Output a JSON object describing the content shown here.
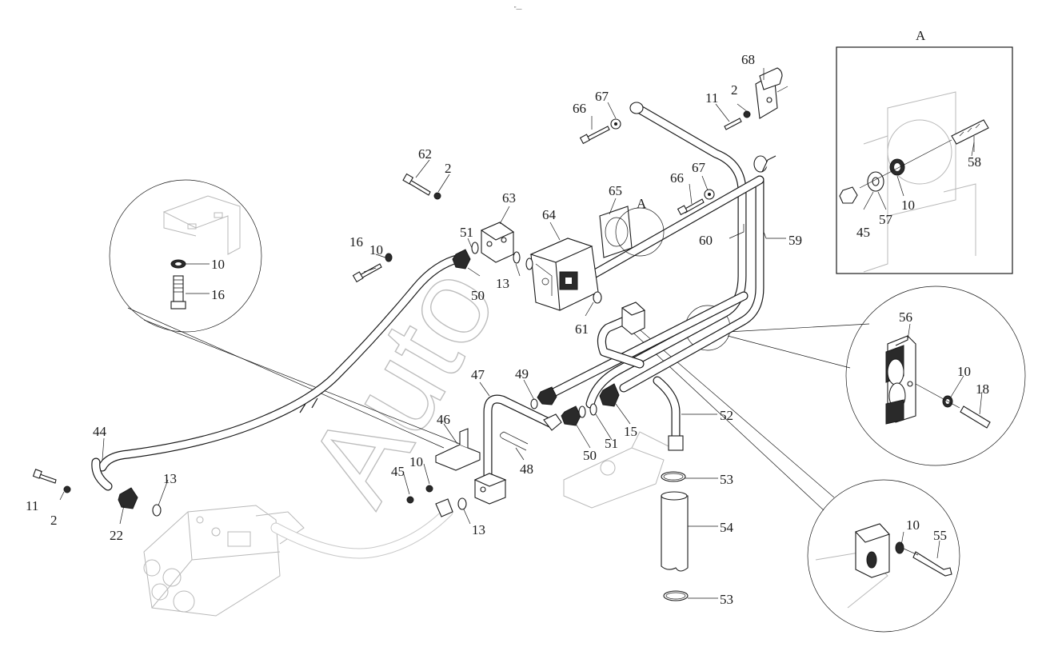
{
  "top_mark": "\"—",
  "watermark": "Auto",
  "callouts": [
    {
      "id": "c68",
      "text": "68"
    },
    {
      "id": "c2a",
      "text": "2"
    },
    {
      "id": "c11a",
      "text": "11"
    },
    {
      "id": "c66a",
      "text": "66"
    },
    {
      "id": "c67a",
      "text": "67"
    },
    {
      "id": "c66b",
      "text": "66"
    },
    {
      "id": "c67b",
      "text": "67"
    },
    {
      "id": "c62",
      "text": "62"
    },
    {
      "id": "c2b",
      "text": "2"
    },
    {
      "id": "c63",
      "text": "63"
    },
    {
      "id": "c64",
      "text": "64"
    },
    {
      "id": "c65",
      "text": "65"
    },
    {
      "id": "cA1",
      "text": "A"
    },
    {
      "id": "c10a",
      "text": "10"
    },
    {
      "id": "c16a",
      "text": "16"
    },
    {
      "id": "c51a",
      "text": "51"
    },
    {
      "id": "c13a",
      "text": "13"
    },
    {
      "id": "c50a",
      "text": "50"
    },
    {
      "id": "c61",
      "text": "61"
    },
    {
      "id": "c60",
      "text": "60"
    },
    {
      "id": "c59",
      "text": "59"
    },
    {
      "id": "c10b",
      "text": "10"
    },
    {
      "id": "c16b",
      "text": "16"
    },
    {
      "id": "c47",
      "text": "47"
    },
    {
      "id": "c49",
      "text": "49"
    },
    {
      "id": "c46",
      "text": "46"
    },
    {
      "id": "c10c",
      "text": "10"
    },
    {
      "id": "c45a",
      "text": "45"
    },
    {
      "id": "c48",
      "text": "48"
    },
    {
      "id": "c50b",
      "text": "50"
    },
    {
      "id": "c51b",
      "text": "51"
    },
    {
      "id": "c15",
      "text": "15"
    },
    {
      "id": "c52",
      "text": "52"
    },
    {
      "id": "c53a",
      "text": "53"
    },
    {
      "id": "c54",
      "text": "54"
    },
    {
      "id": "c53b",
      "text": "53"
    },
    {
      "id": "c13b",
      "text": "13"
    },
    {
      "id": "c13c",
      "text": "13"
    },
    {
      "id": "c44",
      "text": "44"
    },
    {
      "id": "c11b",
      "text": "11"
    },
    {
      "id": "c2c",
      "text": "2"
    },
    {
      "id": "c22",
      "text": "22"
    },
    {
      "id": "cA2",
      "text": "A"
    },
    {
      "id": "c58",
      "text": "58"
    },
    {
      "id": "c10d",
      "text": "10"
    },
    {
      "id": "c57",
      "text": "57"
    },
    {
      "id": "c45b",
      "text": "45"
    },
    {
      "id": "c56",
      "text": "56"
    },
    {
      "id": "c10e",
      "text": "10"
    },
    {
      "id": "c18",
      "text": "18"
    },
    {
      "id": "c10f",
      "text": "10"
    },
    {
      "id": "c55",
      "text": "55"
    }
  ]
}
